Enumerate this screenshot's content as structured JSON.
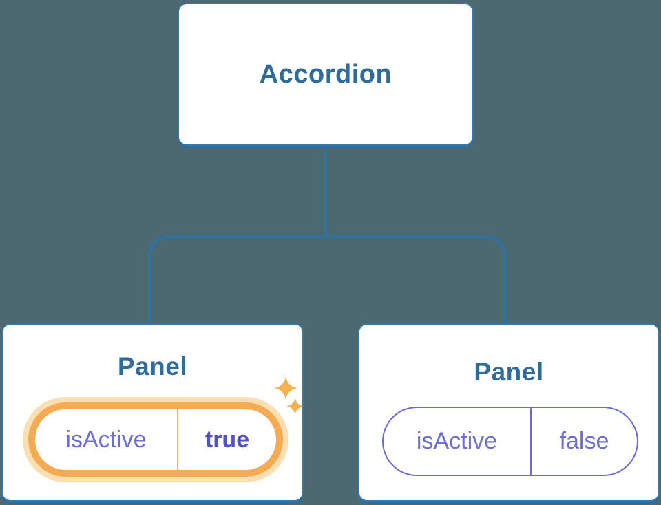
{
  "colors": {
    "background": "#4C6972",
    "node-bg": "#FFFFFF",
    "line-blue": "#2F73A3",
    "node-border": "#3478A9",
    "node-shadow": "#2B6D9D",
    "title-blue": "#2D6C9C",
    "state-purple": "#6C6CDA",
    "state-purple-bold": "#5351C8",
    "pill-purple-border": "#6C6ADB",
    "highlight-orange": "#F5AA54",
    "highlight-halo": "#FBDFB2",
    "highlight-divider": "#F2AE62",
    "sparkle-orange": "#F5B14E"
  },
  "diagram": {
    "root": {
      "label": "Accordion"
    },
    "panels": [
      {
        "title": "Panel",
        "prop_name": "isActive",
        "prop_value": "true",
        "highlighted": true
      },
      {
        "title": "Panel",
        "prop_name": "isActive",
        "prop_value": "false",
        "highlighted": false
      }
    ]
  }
}
